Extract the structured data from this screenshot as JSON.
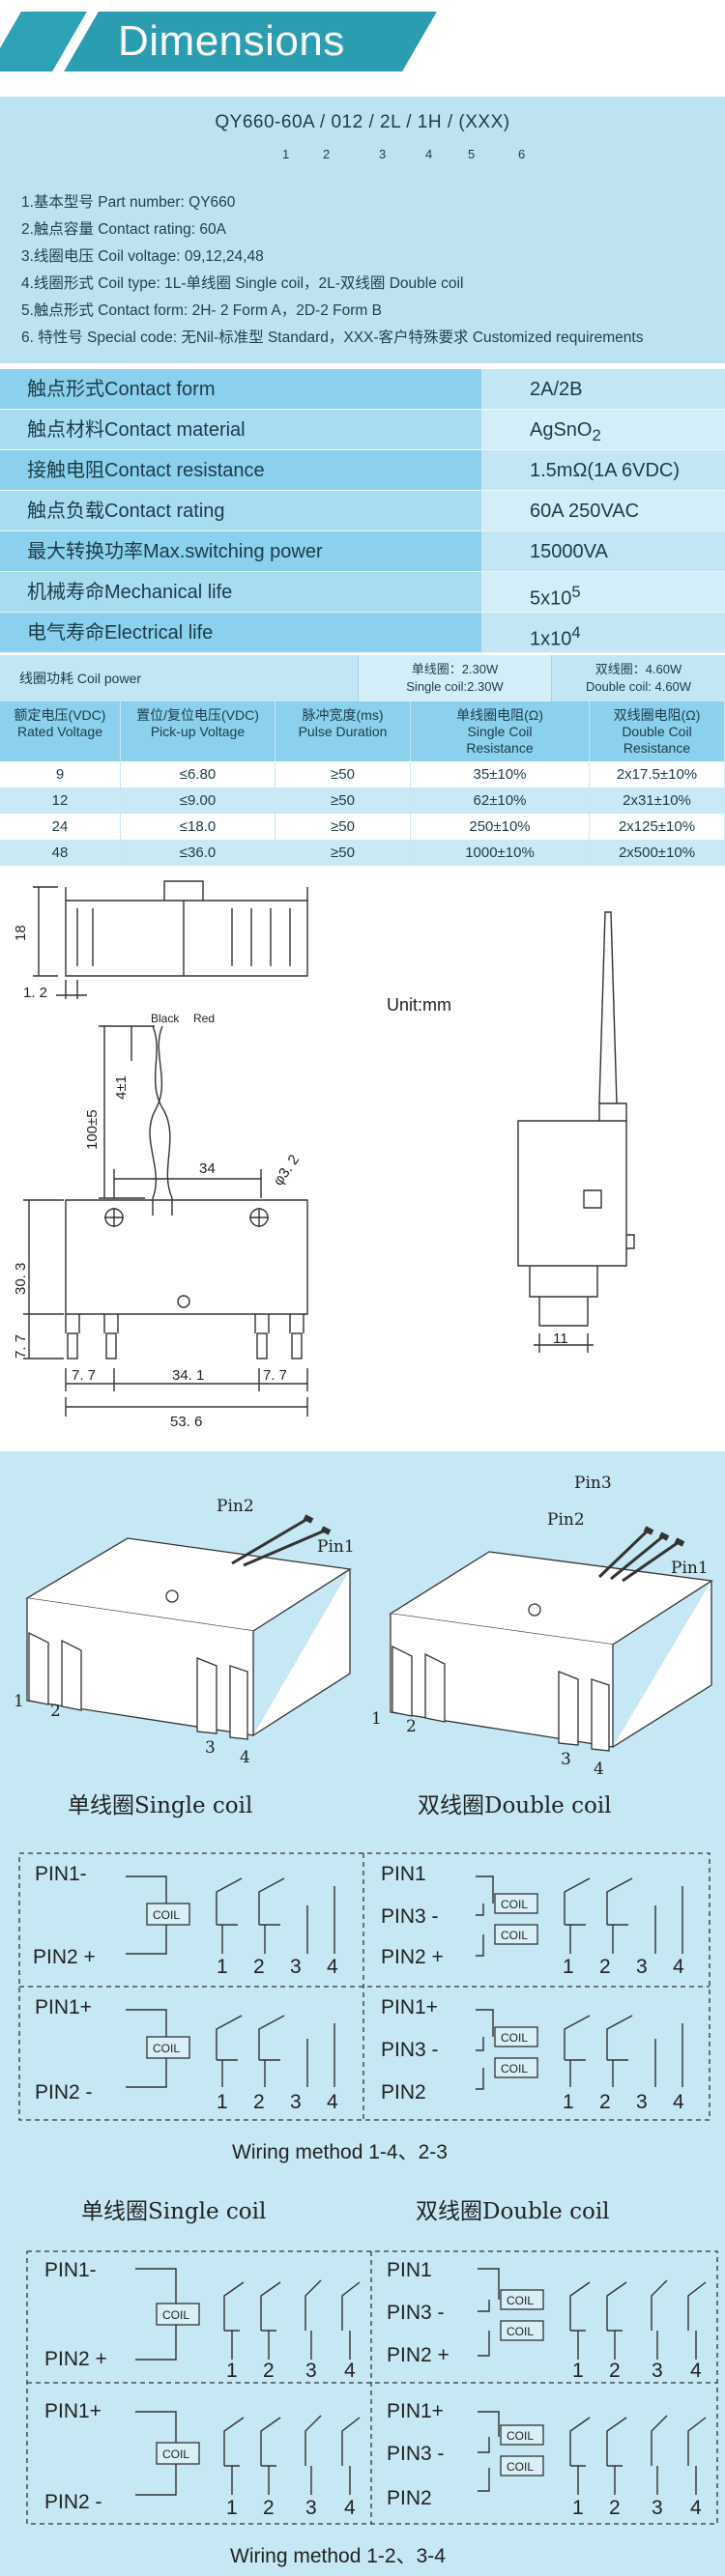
{
  "header": {
    "title": "Dimensions"
  },
  "part_number": {
    "code": "QY660-60A / 012 / 2L / 1H / (XXX)",
    "indices": [
      "1",
      "2",
      "3",
      "4",
      "5",
      "6"
    ],
    "lines": [
      "1.基本型号 Part number: QY660",
      "2.触点容量 Contact rating: 60A",
      "3.线圈电压 Coil voltage: 09,12,24,48",
      "4.线圈形式 Coil type: 1L-单线圈 Single coil，2L-双线圈 Double coil",
      "5.触点形式 Contact form: 2H- 2 Form A，2D-2 Form B",
      "6. 特性号 Special code: 无Nil-标准型 Standard，XXX-客户特殊要求 Customized requirements"
    ]
  },
  "properties": [
    {
      "label": "触点形式Contact  form",
      "value": "2A/2B"
    },
    {
      "label": "触点材料Contact material",
      "value": "AgSnO",
      "sub": "2"
    },
    {
      "label": "接触电阻Contact resistance",
      "value": "1.5mΩ(1A  6VDC)"
    },
    {
      "label": "触点负载Contact rating",
      "value": "60A 250VAC"
    },
    {
      "label": "最大转换功率Max.switching power",
      "value": "15000VA"
    },
    {
      "label": "机械寿命Mechanical life",
      "value": "5x10",
      "sup": "5"
    },
    {
      "label": "电气寿命Electrical life",
      "value": "1x10",
      "sup": "4"
    }
  ],
  "coil": {
    "power_label": "线圈功耗  Coil power",
    "single_cn": "单线圈：2.30W",
    "single_en": "Single coil:2.30W",
    "double_cn": "双线圈：4.60W",
    "double_en": "Double coil: 4.60W",
    "headers": [
      [
        "额定电压(VDC)",
        "Rated Voltage"
      ],
      [
        "置位/复位电压(VDC)",
        "Pick-up Voltage"
      ],
      [
        "脉冲宽度(ms)",
        "Pulse Duration"
      ],
      [
        "单线圈电阻(Ω)",
        "Single Coil",
        "Resistance"
      ],
      [
        "双线圈电阻(Ω)",
        "Double Coil",
        "Resistance"
      ]
    ],
    "rows": [
      [
        "9",
        "≤6.80",
        "≥50",
        "35±10%",
        "2x17.5±10%"
      ],
      [
        "12",
        "≤9.00",
        "≥50",
        "62±10%",
        "2x31±10%"
      ],
      [
        "24",
        "≤18.0",
        "≥50",
        "250±10%",
        "2x125±10%"
      ],
      [
        "48",
        "≤36.0",
        "≥50",
        "1000±10%",
        "2x500±10%"
      ]
    ]
  },
  "drawing": {
    "unit": "Unit:mm",
    "dims": [
      "18",
      "1. 2",
      "Black",
      "Red",
      "4±1",
      "100±5",
      "34",
      "φ3. 2",
      "30. 3",
      "7. 7",
      "7. 7",
      "34. 1",
      "7. 7",
      "53. 6",
      "11"
    ]
  },
  "pins": {
    "left": {
      "pin2": "Pin2",
      "pin1": "Pin1",
      "nums": [
        "1",
        "2",
        "3",
        "4"
      ]
    },
    "right": {
      "pin3": "Pin3",
      "pin2": "Pin2",
      "pin1": "Pin1",
      "nums": [
        "1",
        "2",
        "3",
        "4"
      ]
    }
  },
  "wiring": [
    {
      "single_title": "单线圈Single coil",
      "double_title": "双线圈Double coil",
      "caption": "Wiring method 1-4、2-3",
      "single_top": [
        "PIN1-",
        "PIN2 +"
      ],
      "single_bottom": [
        "PIN1+",
        "PIN2 -"
      ],
      "double_top": [
        "PIN1",
        "PIN3 -",
        "PIN2 +"
      ],
      "double_bottom": [
        "PIN1+",
        "PIN3 -",
        "PIN2"
      ],
      "coil": "COIL",
      "contacts": [
        "1",
        "2",
        "3",
        "4"
      ]
    },
    {
      "single_title": "单线圈Single coil",
      "double_title": "双线圈Double coil",
      "caption": "Wiring method 1-2、3-4",
      "single_top": [
        "PIN1-",
        "PIN2 +"
      ],
      "single_bottom": [
        "PIN1+",
        "PIN2 -"
      ],
      "double_top": [
        "PIN1",
        "PIN3 -",
        "PIN2 +"
      ],
      "double_bottom": [
        "PIN1+",
        "PIN3 -",
        "PIN2"
      ],
      "coil": "COIL",
      "contacts": [
        "1",
        "2",
        "3",
        "4"
      ]
    }
  ],
  "colors": {
    "accent": "#2a9db1",
    "light_blue": "#c6e7f4",
    "mid_blue": "#8bd0ec"
  }
}
